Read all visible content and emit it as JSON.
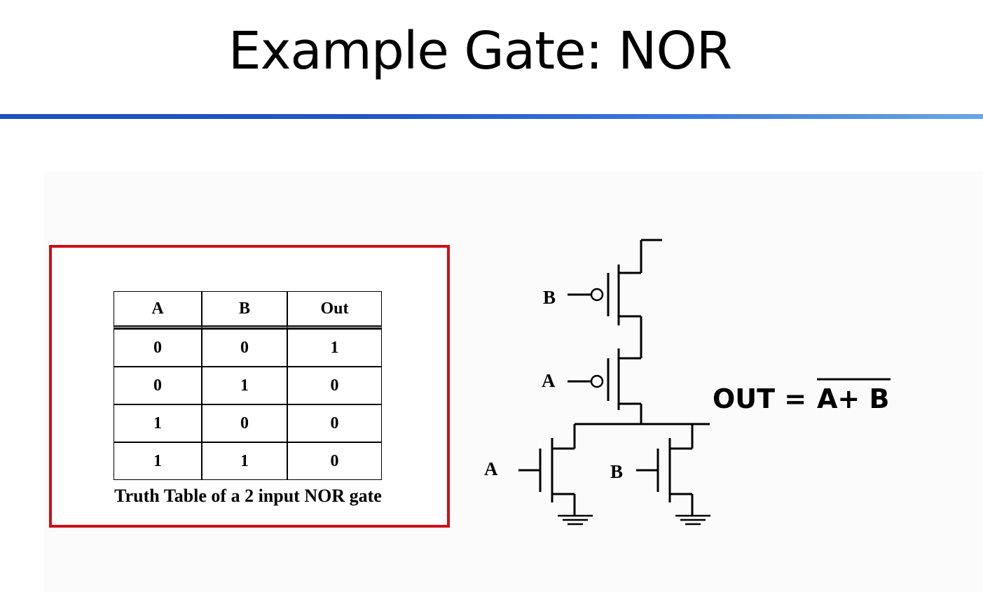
{
  "slide": {
    "title": "Example Gate: NOR"
  },
  "truth_table": {
    "headers": [
      "A",
      "B",
      "Out"
    ],
    "rows": [
      [
        "0",
        "0",
        "1"
      ],
      [
        "0",
        "1",
        "0"
      ],
      [
        "1",
        "0",
        "0"
      ],
      [
        "1",
        "1",
        "0"
      ]
    ],
    "caption": "Truth Table of a 2 input NOR gate",
    "border_color": "#cc1018"
  },
  "circuit": {
    "labels": {
      "pmos_top_gate": "B",
      "pmos_bottom_gate": "A",
      "nmos_left_gate": "A",
      "nmos_right_gate": "B"
    },
    "equation": {
      "lhs": "OUT = ",
      "rhs": "A+ B"
    }
  },
  "colors": {
    "accent_rule": "#2457c8"
  }
}
